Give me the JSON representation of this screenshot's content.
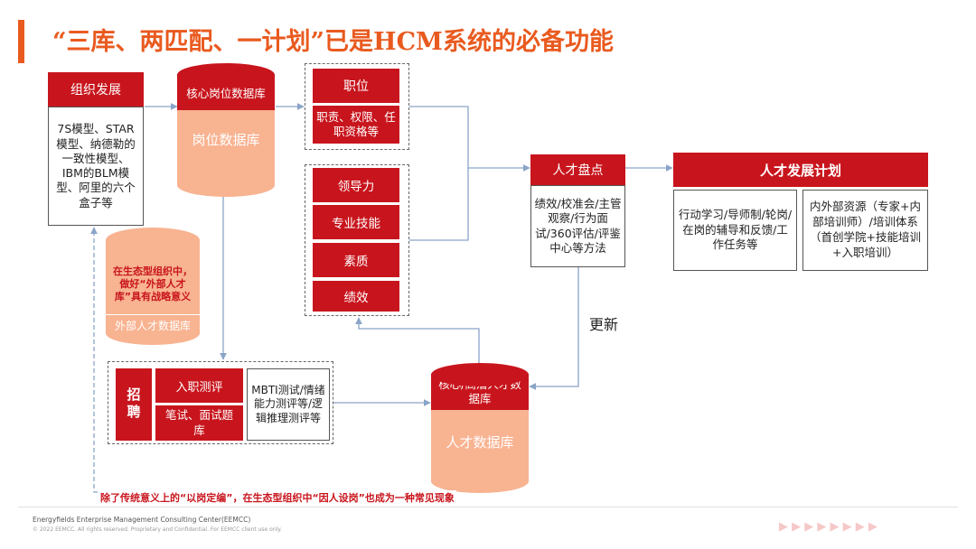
{
  "slide": {
    "title": "“三库、两匹配、一计划”已是HCM系统的必备功能"
  },
  "org_dev": {
    "header": "组织发展",
    "body": "7S模型、STAR模型、纳德勒的一致性模型、IBM的BLM模型、阿里的六个盒子等"
  },
  "core_db": {
    "top": "核心岗位数据库",
    "body": "岗位数据库"
  },
  "external_db": {
    "note": "在生态型组织中，做好“外部人才库”具有战略意义",
    "label": "外部人才数据库"
  },
  "position": {
    "header": "职位",
    "body": "职责、权限、任职资格等"
  },
  "competencies": [
    "领导力",
    "专业技能",
    "素质",
    "绩效"
  ],
  "talent_review": {
    "header": "人才盘点",
    "body": "绩效/校准会/主管观察/行为面试/360评估/评鉴中心等方法"
  },
  "talent_plan": {
    "header": "人才发展计划",
    "left": "行动学习/导师制/轮岗/在岗的辅导和反馈/工作任务等",
    "right": "内外部资源（专家+内部培训师）/培训体系（首创学院+技能培训+入职培训）"
  },
  "update_label": "更新",
  "recruit": {
    "side": "招聘",
    "assess": "入职测评",
    "exam": "笔试、面试题库",
    "tests": "MBTI测试/情绪能力测评等/逻辑推理测评等"
  },
  "talent_db": {
    "top": "核心/高潜人才数据库",
    "body": "人才数据库"
  },
  "bottom_note": "除了传统意义上的“以岗定编”，在生态型组织中“因人设岗”也成为一种常见现象",
  "footer": {
    "line1": "Energyfields Enterprise Management Consulting Center(EEMCC)",
    "line2": "© 2022 EEMCC. All rights reserved. Proprietary and Confidential. For EEMCC client use only."
  },
  "colors": {
    "accent": "#e95a1f",
    "red": "#c8151d",
    "peach": "#f8b391"
  }
}
